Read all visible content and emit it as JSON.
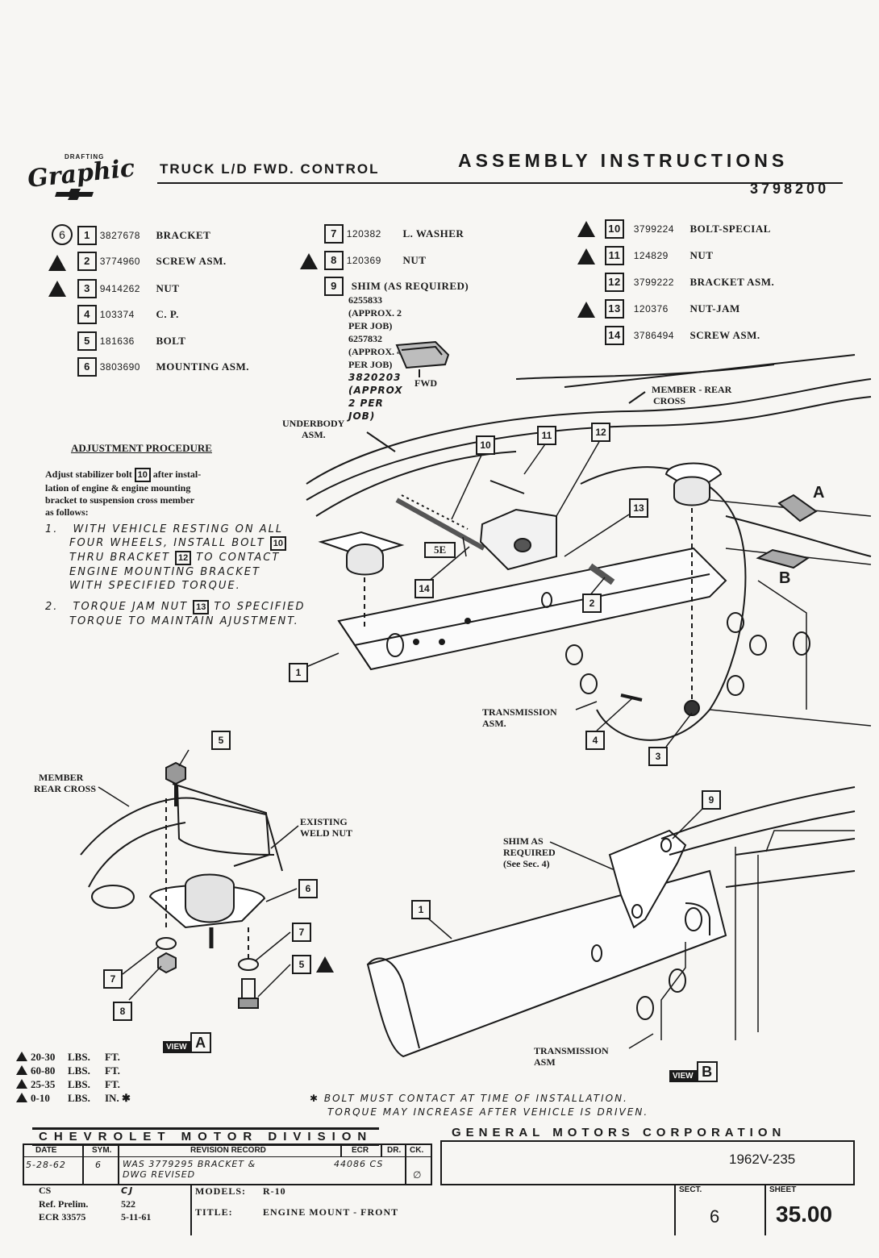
{
  "header": {
    "logo_text": "Graphic",
    "logo_small": "DRAFTING",
    "subject": "TRUCK L/D FWD. CONTROL",
    "title": "ASSEMBLY INSTRUCTIONS",
    "number": "3798200"
  },
  "parts": [
    {
      "num": "1",
      "part_no": "3827678",
      "name": "BRACKET",
      "mark": "circle-6"
    },
    {
      "num": "2",
      "part_no": "3774960",
      "name": "SCREW ASM.",
      "mark": "triangle"
    },
    {
      "num": "3",
      "part_no": "9414262",
      "name": "NUT",
      "mark": "triangle-small"
    },
    {
      "num": "4",
      "part_no": "103374",
      "name": "C. P.",
      "mark": ""
    },
    {
      "num": "5",
      "part_no": "181636",
      "name": "BOLT",
      "mark": ""
    },
    {
      "num": "6",
      "part_no": "3803690",
      "name": "MOUNTING ASM.",
      "mark": ""
    },
    {
      "num": "7",
      "part_no": "120382",
      "name": "L. WASHER",
      "mark": ""
    },
    {
      "num": "8",
      "part_no": "120369",
      "name": "NUT",
      "mark": "triangle-small"
    },
    {
      "num": "9",
      "part_no": "",
      "name": "SHIM (AS REQUIRED)",
      "mark": ""
    },
    {
      "num": "10",
      "part_no": "3799224",
      "name": "BOLT-SPECIAL",
      "mark": "triangle-small"
    },
    {
      "num": "11",
      "part_no": "124829",
      "name": "NUT",
      "mark": "triangle"
    },
    {
      "num": "12",
      "part_no": "3799222",
      "name": "BRACKET ASM.",
      "mark": ""
    },
    {
      "num": "13",
      "part_no": "120376",
      "name": "NUT-JAM",
      "mark": "triangle"
    },
    {
      "num": "14",
      "part_no": "3786494",
      "name": "SCREW ASM.",
      "mark": ""
    }
  ],
  "shim_lines": [
    "6255833 (APPROX. 2 PER JOB)",
    "6257832 (APPROX. 4 PER JOB)",
    "3820203 (APPROX 2 PER JOB)"
  ],
  "adjustment": {
    "heading": "ADJUSTMENT PROCEDURE",
    "intro_a": "Adjust stabilizer bolt",
    "intro_box": "10",
    "intro_b": "after instal-",
    "intro_c": "lation of engine & engine mounting",
    "intro_d": "bracket to suspension cross member",
    "intro_e": "as follows:",
    "step1_no": "1.",
    "step1_a": "WITH VEHICLE RESTING ON ALL",
    "step1_b": "FOUR WHEELS, INSTALL BOLT",
    "step1_box1": "10",
    "step1_c": "THRU BRACKET",
    "step1_box2": "12",
    "step1_d": "TO CONTACT",
    "step1_e": "ENGINE MOUNTING BRACKET",
    "step1_f": "WITH SPECIFIED TORQUE.",
    "step2_no": "2.",
    "step2_a": "TORQUE JAM NUT",
    "step2_box": "13",
    "step2_b": "TO SPECIFIED",
    "step2_c": "TORQUE TO MAINTAIN AJUSTMENT."
  },
  "labels": {
    "fwd": "FWD",
    "member_rear_cross_top": "MEMBER - REAR",
    "member_rear_cross_top2": "CROSS",
    "underbody": "UNDERBODY",
    "underbody2": "ASM.",
    "view_a_letter": "A",
    "view_b_letter": "B",
    "se_tag": "5E",
    "transmission": "TRANSMISSION",
    "transmission2": "ASM.",
    "member_rear_cross_a": "MEMBER",
    "member_rear_cross_a2": "REAR CROSS",
    "existing_weld_nut": "EXISTING",
    "existing_weld_nut2": "WELD NUT",
    "shim_as_required": "SHIM AS",
    "shim_as_required2": "REQUIRED",
    "shim_as_required3": "(See Sec. 4)",
    "transmission_b": "TRANSMISSION",
    "transmission_b2": "ASM",
    "view_word": "VIEW",
    "view_a": "A",
    "view_b": "B"
  },
  "torques": [
    {
      "value": "20-30",
      "unit": "LBS.",
      "unit2": "FT."
    },
    {
      "value": "60-80",
      "unit": "LBS.",
      "unit2": "FT."
    },
    {
      "value": "25-35",
      "unit": "LBS.",
      "unit2": "FT."
    },
    {
      "value": "0-10",
      "unit": "LBS.",
      "unit2": "IN. ✱"
    }
  ],
  "note_line1": "✱ BOLT MUST CONTACT AT TIME OF INSTALLATION.",
  "note_line2": "TORQUE MAY INCREASE AFTER VEHICLE IS DRIVEN.",
  "footer": {
    "division": "CHEVROLET MOTOR DIVISION",
    "corporation": "GENERAL MOTORS CORPORATION",
    "col_date": "DATE",
    "col_sym": "SYM.",
    "col_revision": "REVISION RECORD",
    "col_ecr": "ECR",
    "col_dr": "DR.",
    "col_ck": "CK.",
    "rev_date": "5-28-62",
    "rev_sym": "6",
    "rev_text1": "WAS 3779295 BRACKET &",
    "rev_text2": "DWG REVISED",
    "rev_ecr": "44086 CS",
    "rev_ck": "∅",
    "doc_ref": "1962V-235",
    "cs": "CS",
    "cs_val": "CJ",
    "ref_prelim": "Ref. Prelim.",
    "ref_val": "522",
    "ecr_line": "ECR 33575",
    "ecr_date": "5-11-61",
    "models_label": "MODELS:",
    "models_val": "R-10",
    "title_label": "TITLE:",
    "title_val": "ENGINE MOUNT - FRONT",
    "sect_label": "SECT.",
    "sect_val": "6",
    "sheet_label": "SHEET",
    "sheet_val": "35.00"
  }
}
